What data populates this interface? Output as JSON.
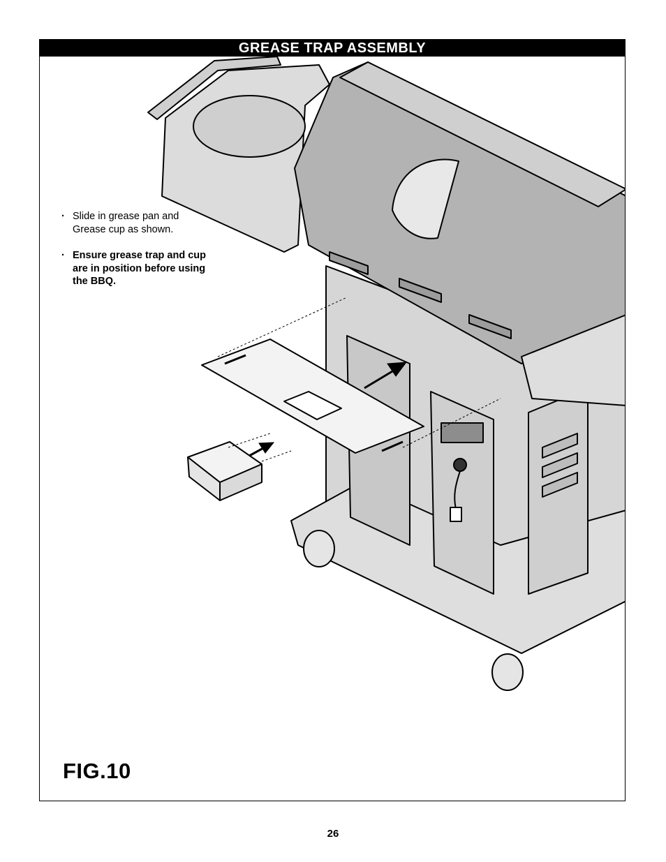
{
  "section": {
    "title": "GREASE TRAP ASSEMBLY"
  },
  "instructions": [
    {
      "text": "Slide in grease pan and Grease cup as shown.",
      "bold": false
    },
    {
      "text": "Ensure grease trap and cup are in position before using the BBQ.",
      "bold": true
    }
  ],
  "figure": {
    "label": "FIG.10",
    "icon": "bbq-grill-grease-trap-illustration"
  },
  "page": {
    "number": "26"
  },
  "colors": {
    "header_bg": "#000000",
    "header_text": "#ffffff",
    "grill_grey": "#d8d8d8",
    "lid_grey": "#b3b3b3"
  }
}
